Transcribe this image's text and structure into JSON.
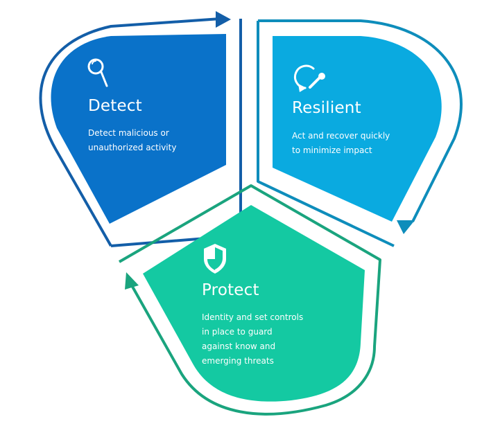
{
  "segments": [
    {
      "key": "detect",
      "title": "Detect",
      "description": "Detect malicious or\nunauthorized activity",
      "icon": "magnifier-icon",
      "fill": "#0a72c9",
      "outline": "#135ea8"
    },
    {
      "key": "resilient",
      "title": "Resilient",
      "description": "Act and recover quickly\nto minimize impact",
      "icon": "recover-wrench-icon",
      "fill": "#0aaae0",
      "outline": "#0e8dbb"
    },
    {
      "key": "protect",
      "title": "Protect",
      "description": "Identity and set controls\nin place to guard\nagainst know and\nemerging threats",
      "icon": "shield-icon",
      "fill": "#14c9a2",
      "outline": "#1aa47e"
    }
  ]
}
